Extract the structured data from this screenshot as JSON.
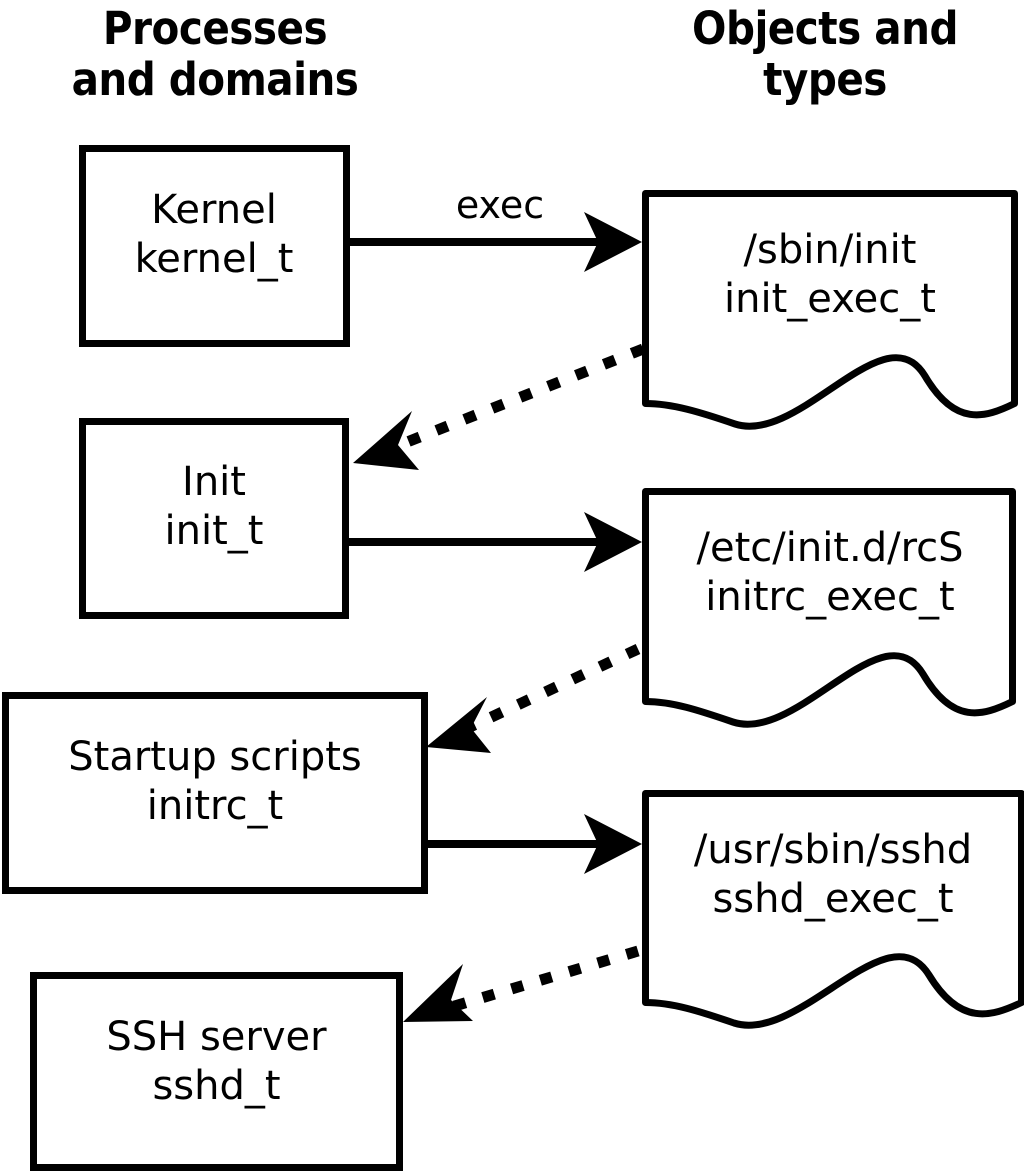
{
  "diagram": {
    "title_present": false,
    "background_color": "#ffffff",
    "stroke_color": "#000000",
    "columns": [
      {
        "id": "processes",
        "header": "Processes\nand domains"
      },
      {
        "id": "objects",
        "header": "Objects and\ntypes"
      }
    ],
    "process_nodes": [
      {
        "id": "kernel",
        "name": "Kernel",
        "type": "kernel_t",
        "label": "Kernel\nkernel_t"
      },
      {
        "id": "init",
        "name": "Init",
        "type": "init_t",
        "label": "Init\ninit_t"
      },
      {
        "id": "initrc",
        "name": "Startup scripts",
        "type": "initrc_t",
        "label": "Startup scripts\ninitrc_t"
      },
      {
        "id": "sshd",
        "name": "SSH server",
        "type": "sshd_t",
        "label": "SSH server\nsshd_t"
      }
    ],
    "object_nodes": [
      {
        "id": "init_exec",
        "path": "/sbin/init",
        "type": "init_exec_t",
        "label": "/sbin/init\ninit_exec_t"
      },
      {
        "id": "initrc_exec",
        "path": "/etc/init.d/rcS",
        "type": "initrc_exec_t",
        "label": "/etc/init.d/rcS\ninitrc_exec_t"
      },
      {
        "id": "sshd_exec",
        "path": "/usr/sbin/sshd",
        "type": "sshd_exec_t",
        "label": "/usr/sbin/sshd\nsshd_exec_t"
      }
    ],
    "edges": [
      {
        "id": "kernel-exec-init_exec",
        "from": "kernel",
        "to": "init_exec",
        "style": "solid",
        "label": "exec"
      },
      {
        "id": "init_exec-transition-init",
        "from": "init_exec",
        "to": "init",
        "style": "dotted",
        "label": ""
      },
      {
        "id": "init-exec-initrc_exec",
        "from": "init",
        "to": "initrc_exec",
        "style": "solid",
        "label": ""
      },
      {
        "id": "initrc_exec-transition-initrc",
        "from": "initrc_exec",
        "to": "initrc",
        "style": "dotted",
        "label": ""
      },
      {
        "id": "initrc-exec-sshd_exec",
        "from": "initrc",
        "to": "sshd_exec",
        "style": "solid",
        "label": ""
      },
      {
        "id": "sshd_exec-transition-sshd",
        "from": "sshd_exec",
        "to": "sshd",
        "style": "dotted",
        "label": ""
      }
    ]
  }
}
